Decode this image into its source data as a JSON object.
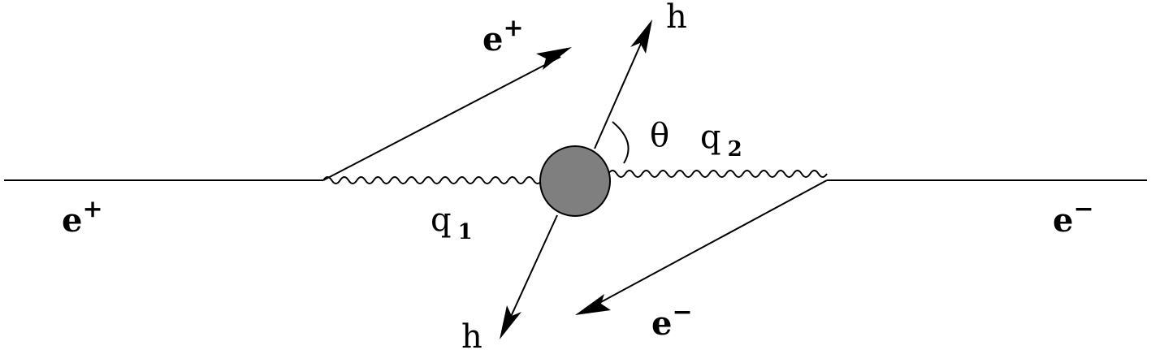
{
  "labels": {
    "e_plus_in": {
      "base": "e",
      "sup": "+"
    },
    "e_plus_out": {
      "base": "e",
      "sup": "+"
    },
    "e_minus_in": {
      "base": "e",
      "sup": "−"
    },
    "e_minus_out": {
      "base": "e",
      "sup": "−"
    },
    "hadron_top": "h",
    "hadron_bottom": "h",
    "theta": "θ",
    "q1": {
      "base": "q",
      "sub": "1"
    },
    "q2": {
      "base": "q",
      "sub": "2"
    }
  },
  "colors": {
    "line": "#000000",
    "blob_fill": "#7f7f7f",
    "background": "#ffffff"
  }
}
